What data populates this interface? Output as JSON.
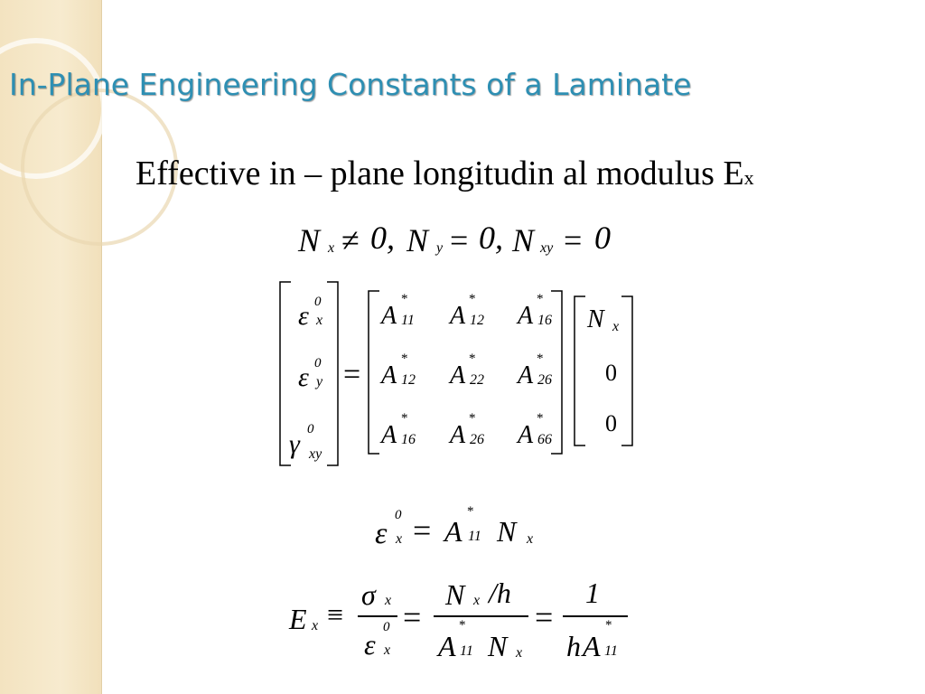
{
  "slide": {
    "title": "In-Plane Engineering Constants of a Laminate",
    "subtitle": "Effective in – plane longitudin al modulus E",
    "subtitle_sub": "x"
  },
  "loading": {
    "nx": "N",
    "x": "x",
    "neq": "≠",
    "zero_comma": "0,",
    "ny": "N",
    "y": "y",
    "eq": "=",
    "nxy": "N",
    "xy": "xy",
    "zero": "0"
  },
  "matrix": {
    "strains": [
      {
        "sym": "ε",
        "sup": "0",
        "sub": "x"
      },
      {
        "sym": "ε",
        "sup": "0",
        "sub": "y"
      },
      {
        "sym": "γ",
        "sup": "0",
        "sub": "xy"
      }
    ],
    "eq": "=",
    "a": "A",
    "star": "*",
    "subs": [
      [
        "11",
        "12",
        "16"
      ],
      [
        "12",
        "22",
        "26"
      ],
      [
        "16",
        "26",
        "66"
      ]
    ],
    "load": [
      {
        "sym": "N",
        "sub": "x"
      },
      {
        "sym": "0"
      },
      {
        "sym": "0"
      }
    ]
  },
  "eq2": {
    "eps": "ε",
    "sup": "0",
    "sub": "x",
    "eq": "=",
    "a": "A",
    "a_sub": "11",
    "star": "*",
    "n": "N",
    "n_sub": "x"
  },
  "eq3": {
    "e": "E",
    "e_sub": "x",
    "equiv": "≡",
    "sigma": "σ",
    "x": "x",
    "eps": "ε",
    "zero": "0",
    "eq": "=",
    "n": "N",
    "over_h": "/h",
    "a": "A",
    "a_sub": "11",
    "star": "*",
    "one": "1",
    "h": "h"
  }
}
